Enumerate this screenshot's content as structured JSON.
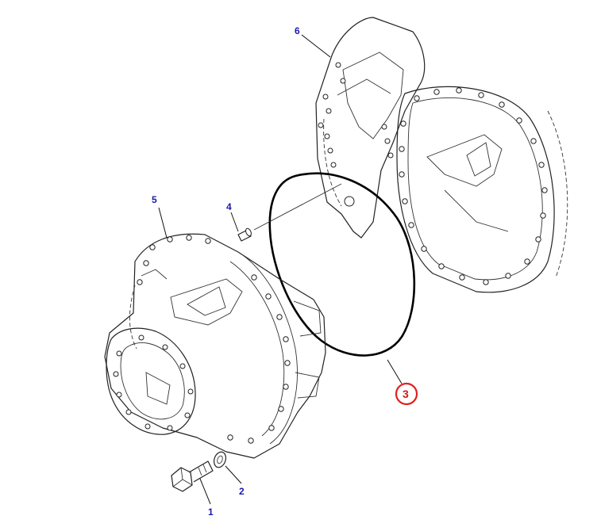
{
  "callouts": [
    {
      "id": "1",
      "label": "1"
    },
    {
      "id": "2",
      "label": "2"
    },
    {
      "id": "3",
      "label": "3",
      "highlighted": true
    },
    {
      "id": "4",
      "label": "4"
    },
    {
      "id": "5",
      "label": "5"
    },
    {
      "id": "6",
      "label": "6"
    }
  ],
  "colors": {
    "callout_text": "#1a1aa8",
    "highlight": "#e02020",
    "line_art": "#222222"
  }
}
